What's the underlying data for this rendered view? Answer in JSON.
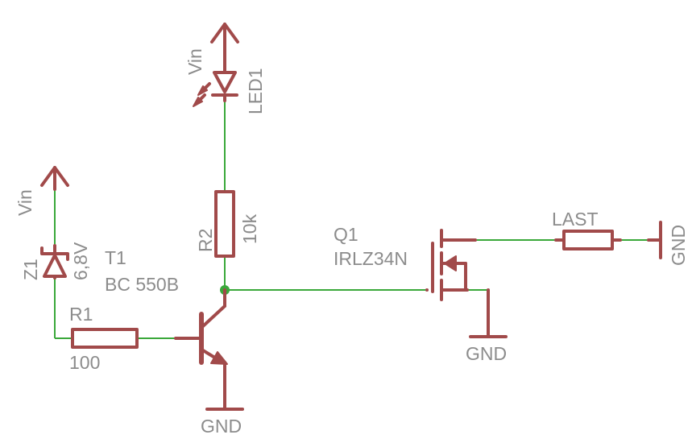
{
  "labels": {
    "vin_led": "Vin",
    "vin_zener": "Vin",
    "led1": "LED1",
    "r2_name": "R2",
    "r2_value": "10k",
    "z1_name": "Z1",
    "z1_value": "6,8V",
    "t1_name": "T1",
    "t1_value": "BC 550B",
    "r1_name": "R1",
    "r1_value": "100",
    "gnd_t1": "GND",
    "q1_name": "Q1",
    "q1_value": "IRLZ34N",
    "gnd_q1": "GND",
    "last": "LAST",
    "gnd_last": "GND"
  },
  "colors": {
    "symbol": "#a14a4a",
    "wire": "#3aa83a",
    "label": "#8c8c8c",
    "background": "#ffffff"
  }
}
